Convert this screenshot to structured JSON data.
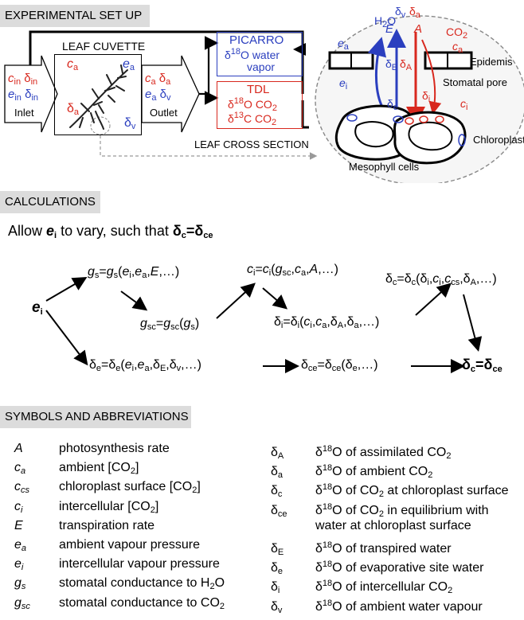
{
  "sections": {
    "setup": "EXPERIMENTAL SET UP",
    "calculations": "CALCULATIONS",
    "symbols": "SYMBOLS AND ABBREVIATIONS"
  },
  "setup": {
    "leaf_cuvette": "LEAF CUVETTE",
    "inlet": "Inlet",
    "outlet": "Outlet",
    "picarro_title": "PICARRO",
    "picarro_line1": "δ18O water",
    "picarro_line2": "vapor",
    "tdl_title": "TDL",
    "tdl_line1": "δ18O CO2",
    "tdl_line2": "δ13C CO2",
    "leaf_cross_section": "LEAF CROSS SECTION",
    "epidemis": "Epidemis",
    "stomatal_pore": "Stomatal pore",
    "chloroplast": "Chloroplast",
    "mesophyll_cells": "Mesophyll cells"
  },
  "calculations": {
    "intro_prefix": "Allow ",
    "intro_mid": " to vary, such that "
  },
  "symbols": {
    "left": [
      {
        "key": "A",
        "desc": "photosynthesis rate"
      },
      {
        "key": "ca",
        "desc": "ambient [CO2]"
      },
      {
        "key": "ccs",
        "desc": "chloroplast surface [CO2]"
      },
      {
        "key": "ci",
        "desc": "intercellular [CO2]"
      },
      {
        "key": "E",
        "desc": "transpiration rate"
      },
      {
        "key": "ea",
        "desc": "ambient vapour pressure"
      },
      {
        "key": "ei",
        "desc": "intercellular vapour pressure"
      },
      {
        "key": "gs",
        "desc": "stomatal conductance to H2O"
      },
      {
        "key": "gsc",
        "desc": "stomatal conductance to CO2"
      }
    ],
    "right": [
      {
        "key": "δA",
        "desc": "δ18O of assimilated CO2"
      },
      {
        "key": "δa",
        "desc": "δ18O of ambient CO2"
      },
      {
        "key": "δc",
        "desc": "δ18O of CO2 at chloroplast surface"
      },
      {
        "key": "δce",
        "desc": "δ18O of CO2 in equilibrium with"
      },
      {
        "key": "",
        "desc": "water at chloroplast surface"
      },
      {
        "key": "δE",
        "desc": "δ18O of transpired water"
      },
      {
        "key": "δe",
        "desc": "δ18O of evaporative site water"
      },
      {
        "key": "δi",
        "desc": "δ18O of intercellular CO2"
      },
      {
        "key": "δv",
        "desc": "δ18O of ambient water vapour"
      }
    ]
  },
  "colors": {
    "red": "#d8281e",
    "blue": "#2b3fbf",
    "header_bg": "#dcdcdc"
  }
}
